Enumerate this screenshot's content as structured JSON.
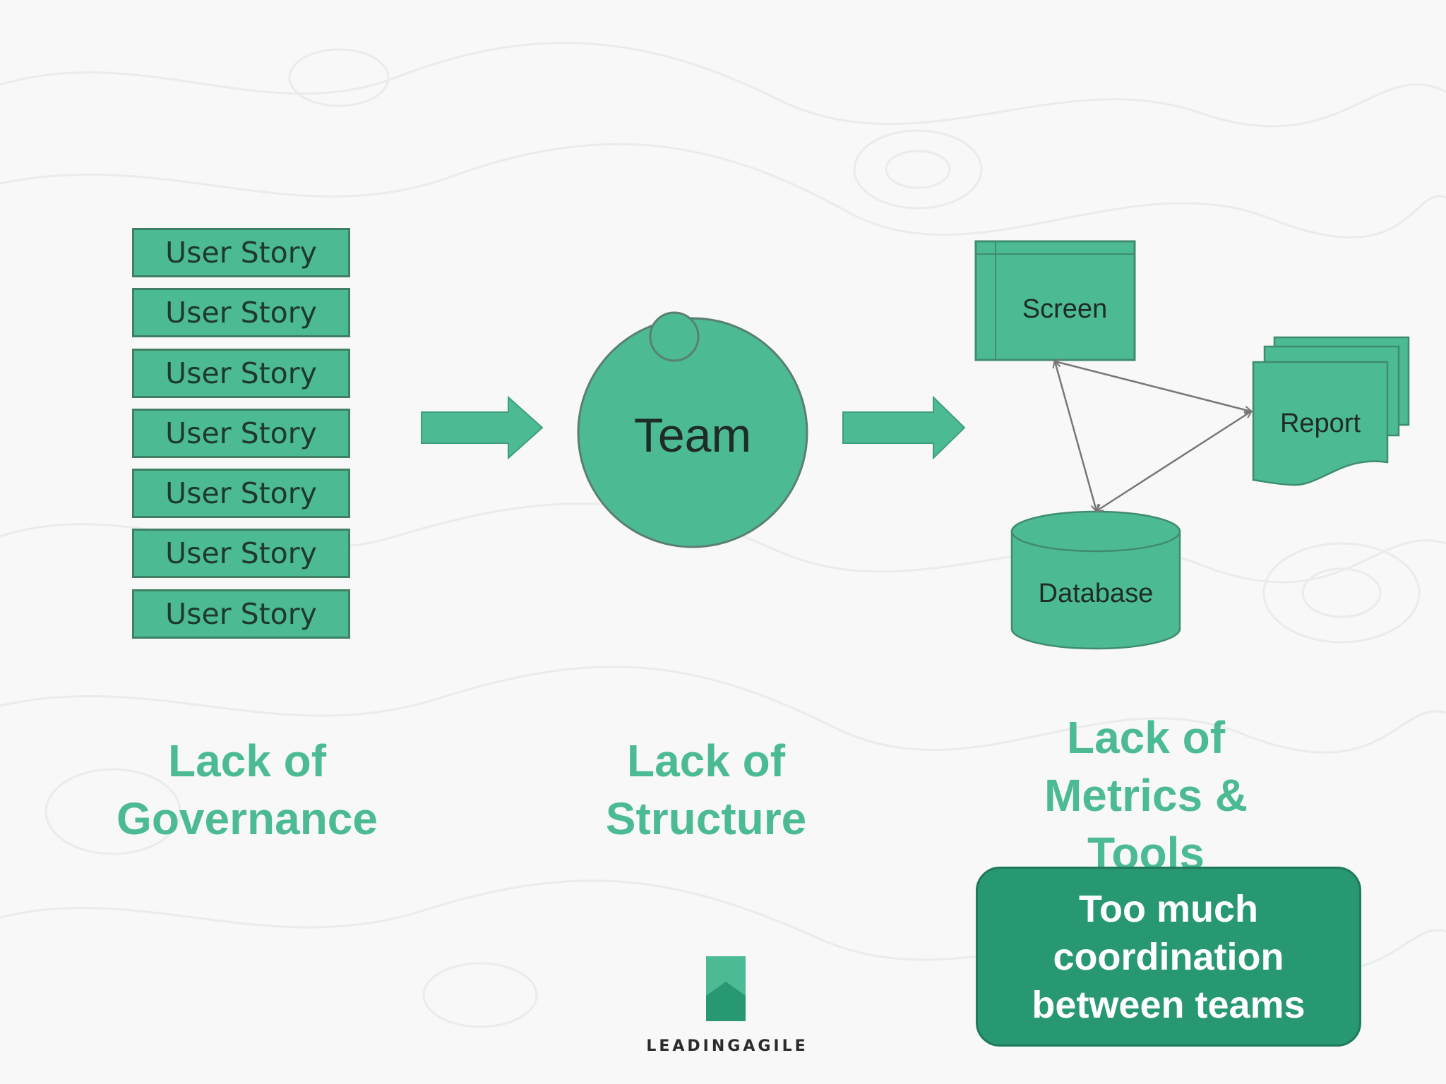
{
  "user_stories": [
    "User Story",
    "User Story",
    "User Story",
    "User Story",
    "User Story",
    "User Story",
    "User Story"
  ],
  "team_label": "Team",
  "nodes": {
    "screen": "Screen",
    "report": "Report",
    "database": "Database"
  },
  "captions": {
    "governance": [
      "Lack of",
      "Governance"
    ],
    "structure": [
      "Lack of",
      "Structure"
    ],
    "metrics": [
      "Lack of",
      "Metrics &",
      "Tools"
    ]
  },
  "callout": [
    "Too much",
    "coordination",
    "between teams"
  ],
  "logo": {
    "text": "LEADINGAGILE",
    "icon": "leadingagile-logo-icon"
  },
  "colors": {
    "shape_fill": "#4cbb93",
    "caption": "#4cbb93",
    "callout_fill": "#289873",
    "arrow": "#777777"
  }
}
